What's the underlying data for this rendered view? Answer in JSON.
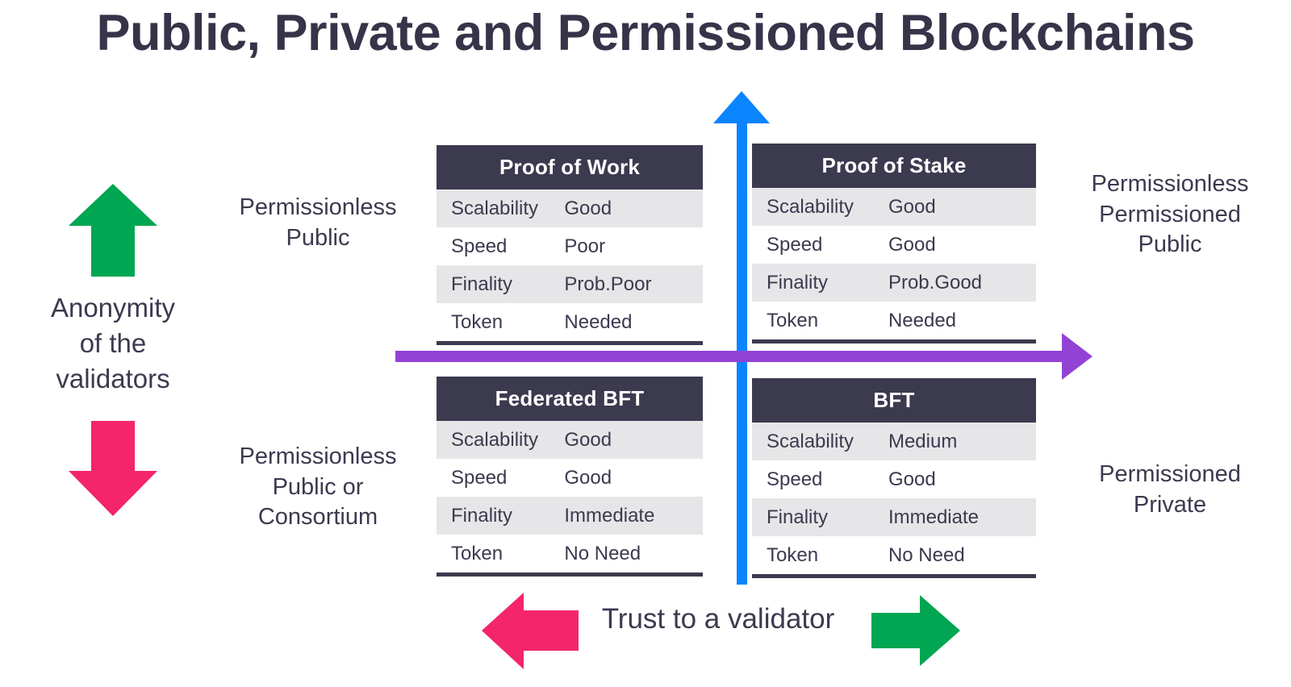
{
  "title": "Public, Private and Permissioned Blockchains",
  "colors": {
    "title": "#363449",
    "table_header_bg": "#3B3A4F",
    "table_alt_row_bg": "#E6E6E8",
    "vertical_axis": "#0A84FF",
    "horizontal_axis": "#9243D6",
    "arrow_green": "#00A651",
    "arrow_pink": "#F4256B",
    "text": "#3B3A4F"
  },
  "axes": {
    "vertical": {
      "label": "Anonymity\nof the\nvalidators",
      "label_lines": [
        "Anonymity",
        "of the",
        "validators"
      ],
      "up_arrow_icon": "arrow-up-icon",
      "down_arrow_icon": "arrow-down-icon",
      "axis_icon": "vertical-axis-arrow-icon"
    },
    "horizontal": {
      "label": "Trust to a validator",
      "left_arrow_icon": "arrow-left-icon",
      "right_arrow_icon": "arrow-right-icon",
      "axis_icon": "horizontal-axis-arrow-icon"
    }
  },
  "quadrant_labels": {
    "top_left": "Permissionless\nPublic",
    "top_left_lines": [
      "Permissionless",
      "Public"
    ],
    "bottom_left": "Permissionless\nPublic or\nConsortium",
    "bottom_left_lines": [
      "Permissionless",
      "Public or",
      "Consortium"
    ],
    "top_right": "Permissionless\nPermissioned\nPublic",
    "top_right_lines": [
      "Permissionless",
      "Permissioned",
      "Public"
    ],
    "bottom_right": "Permissioned\nPrivate",
    "bottom_right_lines": [
      "Permissioned",
      "Private"
    ]
  },
  "tables": [
    {
      "id": "proof-of-work",
      "title": "Proof of Work",
      "rows": [
        {
          "key": "Scalability",
          "value": "Good"
        },
        {
          "key": "Speed",
          "value": "Poor"
        },
        {
          "key": "Finality",
          "value": "Prob.Poor"
        },
        {
          "key": "Token",
          "value": "Needed"
        }
      ]
    },
    {
      "id": "proof-of-stake",
      "title": "Proof of Stake",
      "rows": [
        {
          "key": "Scalability",
          "value": "Good"
        },
        {
          "key": "Speed",
          "value": "Good"
        },
        {
          "key": "Finality",
          "value": "Prob.Good"
        },
        {
          "key": "Token",
          "value": "Needed"
        }
      ]
    },
    {
      "id": "federated-bft",
      "title": "Federated BFT",
      "rows": [
        {
          "key": "Scalability",
          "value": "Good"
        },
        {
          "key": "Speed",
          "value": "Good"
        },
        {
          "key": "Finality",
          "value": "Immediate"
        },
        {
          "key": "Token",
          "value": "No Need"
        }
      ]
    },
    {
      "id": "bft",
      "title": "BFT",
      "rows": [
        {
          "key": "Scalability",
          "value": "Medium"
        },
        {
          "key": "Speed",
          "value": "Good"
        },
        {
          "key": "Finality",
          "value": "Immediate"
        },
        {
          "key": "Token",
          "value": "No Need"
        }
      ]
    }
  ]
}
